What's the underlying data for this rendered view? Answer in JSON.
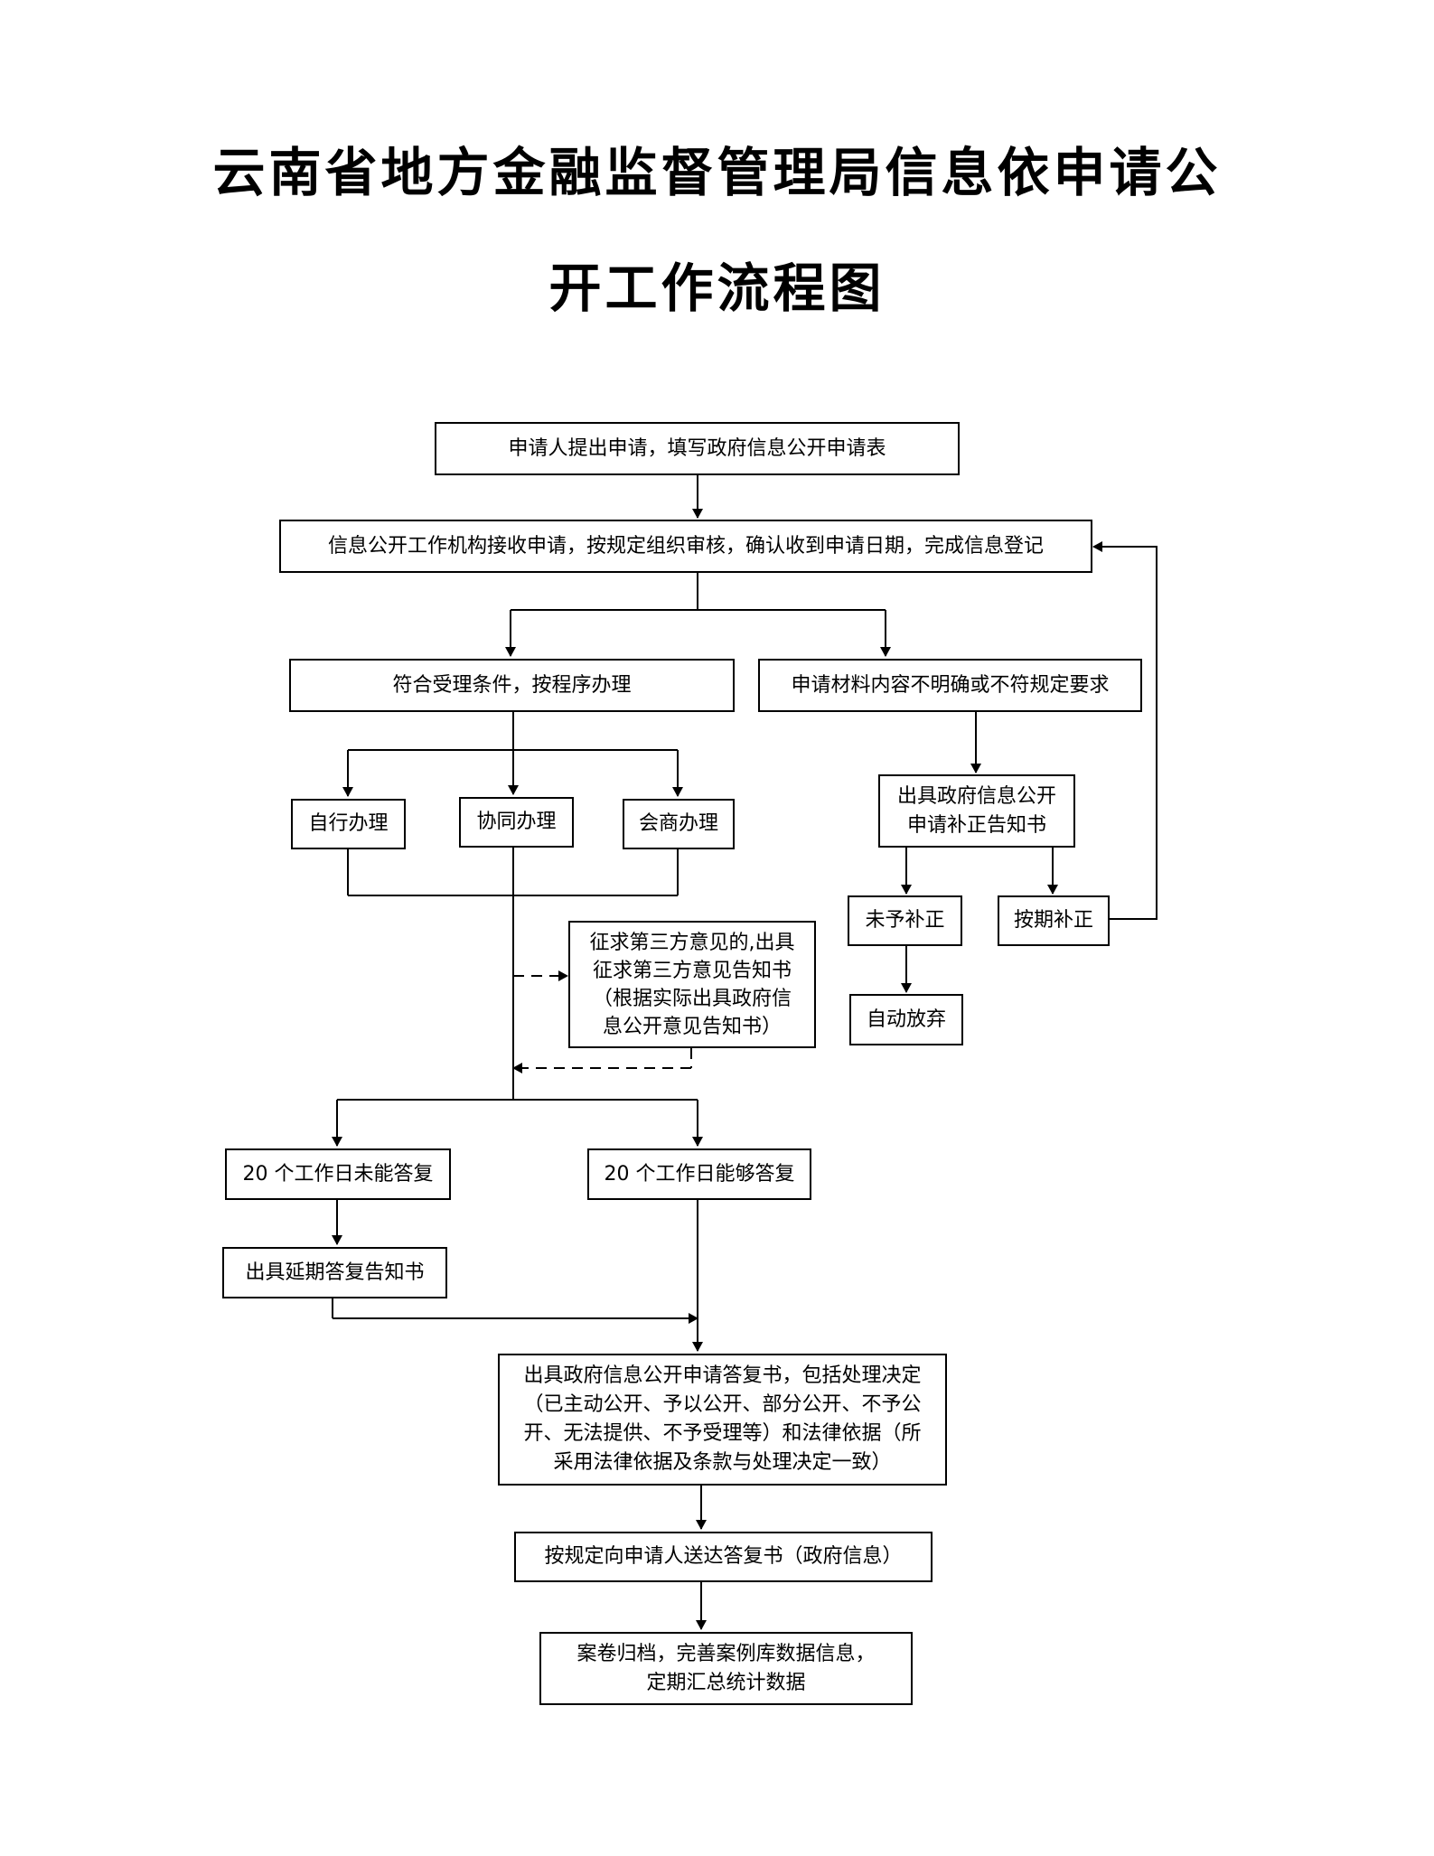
{
  "title": {
    "line1": "云南省地方金融监督管理局信息依申请公",
    "line2": "开工作流程图"
  },
  "steps": {
    "apply": "申请人提出申请，填写政府信息公开申请表",
    "receive": "信息公开工作机构接收申请，按规定组织审核，确认收到申请日期，完成信息登记",
    "accept": "符合受理条件，按程序办理",
    "unclear": "申请材料内容不明确或不符规定要求",
    "self": "自行办理",
    "coop": "协同办理",
    "consult": "会商办理",
    "notice_correct": "出具政府信息公开\n申请补正告知书",
    "no_correct": "未予补正",
    "correct_on_time": "按期补正",
    "abandon": "自动放弃",
    "third_party": "征求第三方意见的,出具\n征求第三方意见告知书\n（根据实际出具政府信\n息公开意见告知书）",
    "not_in_20": "20 个工作日未能答复",
    "in_20": "20 个工作日能够答复",
    "extension": "出具延期答复告知书",
    "reply": "出具政府信息公开申请答复书，包括处理决定\n（已主动公开、予以公开、部分公开、不予公\n开、无法提供、不予受理等）和法律依据（所\n采用法律依据及条款与处理决定一致）",
    "deliver": "按规定向申请人送达答复书（政府信息）",
    "archive": "案卷归档，完善案例库数据信息，\n定期汇总统计数据"
  }
}
